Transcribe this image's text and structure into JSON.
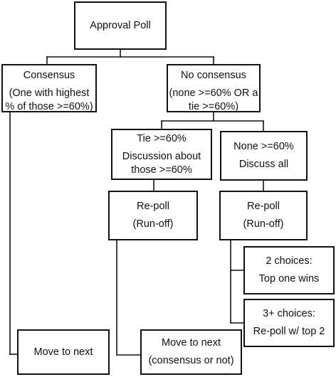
{
  "nodes": {
    "approval_poll": {
      "lines": [
        "Approval Poll"
      ]
    },
    "consensus": {
      "title": "Consensus",
      "lines": [
        "(One with highest",
        "% of those >=60%)"
      ]
    },
    "no_consensus": {
      "title": "No consensus",
      "lines": [
        "(none >=60% OR a",
        "tie >=60%)"
      ]
    },
    "tie": {
      "title": "Tie >=60%",
      "lines": [
        "Discussion about",
        "those >=60%"
      ]
    },
    "none": {
      "title": "None >=60%",
      "lines": [
        "Discuss all"
      ]
    },
    "repoll_left": {
      "title": "Re-poll",
      "lines": [
        "(Run-off)"
      ]
    },
    "repoll_right": {
      "title": "Re-poll",
      "lines": [
        "(Run-off)"
      ]
    },
    "two_choices": {
      "title": "2 choices:",
      "lines": [
        "Top one wins"
      ]
    },
    "three_choices": {
      "title": "3+ choices:",
      "lines": [
        "Re-poll w/ top 2"
      ]
    },
    "move_next_left": {
      "lines": [
        "Move to next"
      ]
    },
    "move_next_right": {
      "title": "Move to next",
      "lines": [
        "(consensus or not)"
      ]
    }
  }
}
